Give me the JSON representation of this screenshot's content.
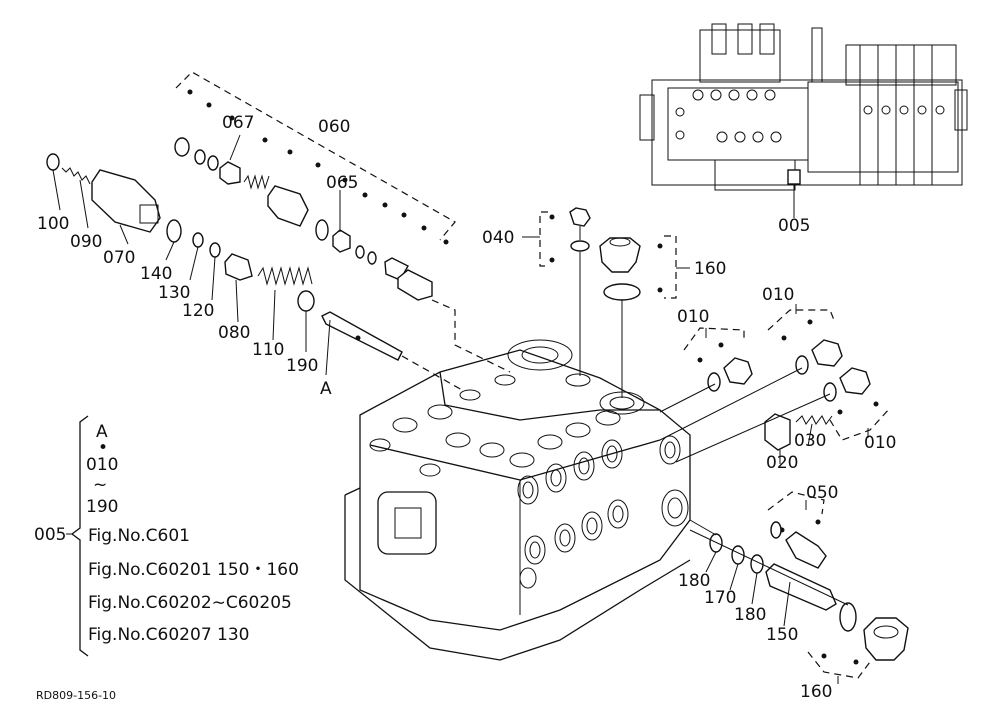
{
  "callouts": {
    "p067": "067",
    "p060": "060",
    "p065": "065",
    "p100": "100",
    "p090": "090",
    "p070": "070",
    "p140": "140",
    "p130": "130",
    "p120": "120",
    "p080": "080",
    "p110": "110",
    "p190": "190",
    "pA": "A",
    "p040": "040",
    "p160a": "160",
    "p005": "005",
    "p010a": "010",
    "p010b": "010",
    "p010c": "010",
    "p030": "030",
    "p020": "020",
    "p050": "050",
    "p180a": "180",
    "p170": "170",
    "p180b": "180",
    "p150": "150",
    "p160b": "160"
  },
  "legend": {
    "ref": "005",
    "lines": [
      "A",
      "•",
      "010",
      "~",
      "190",
      "Fig.No.C601",
      "Fig.No.C60201  150・160",
      "Fig.No.C60202∼C60205",
      "Fig.No.C60207  130"
    ]
  },
  "drawing_code": "RD809-156-10"
}
